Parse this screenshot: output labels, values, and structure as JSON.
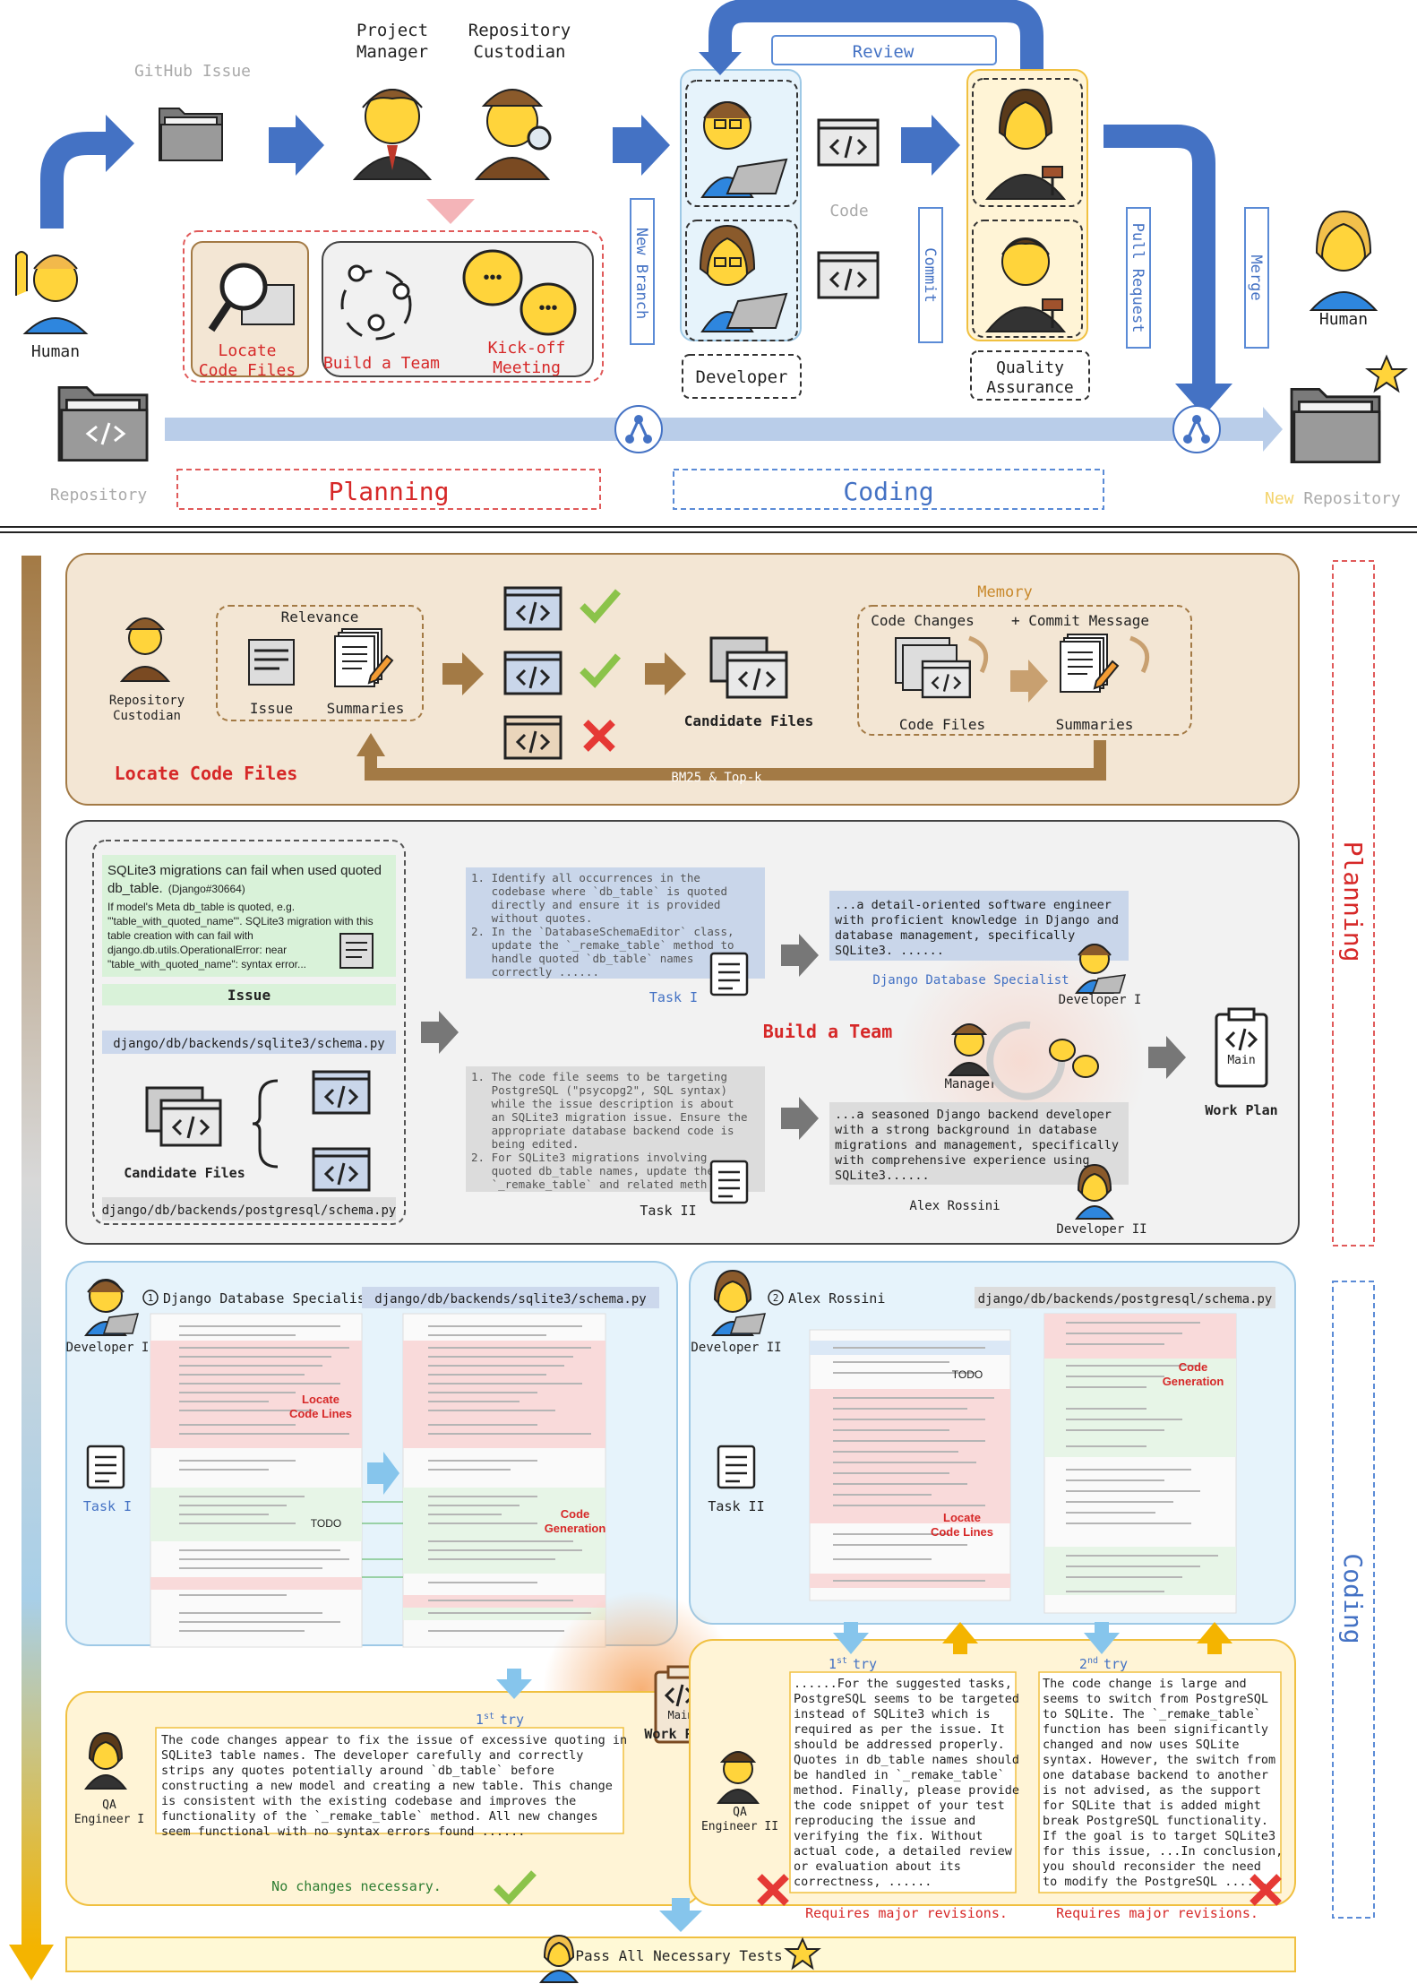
{
  "top": {
    "github_issue": "GitHub Issue",
    "human_left": "Human",
    "project_manager": [
      "Project",
      "Manager"
    ],
    "repository_custodian": [
      "Repository",
      "Custodian"
    ],
    "review": "Review",
    "code": "Code",
    "new_branch": "New Branch",
    "commit": "Commit",
    "pull_request": "Pull Request",
    "merge": "Merge",
    "human_right": "Human",
    "developer": "Developer",
    "quality_assurance": [
      "Quality",
      "Assurance"
    ],
    "locate_code_files": [
      "Locate",
      "Code Files"
    ],
    "build_a_team": "Build a Team",
    "kickoff_meeting": [
      "Kick-off",
      "Meeting"
    ],
    "repository": "Repository",
    "new_repository_new": "New",
    "new_repository_rest": "Repository",
    "planning": "Planning",
    "coding": "Coding"
  },
  "locate": {
    "custodian": [
      "Repository",
      "Custodian"
    ],
    "relevance": "Relevance",
    "issue": "Issue",
    "summaries": "Summaries",
    "candidate_files": "Candidate Files",
    "memory": "Memory",
    "code_changes": "Code Changes",
    "commit_message": "+ Commit Message",
    "code_files": "Code Files",
    "summaries2": "Summaries",
    "bm25": "BM25 & Top-k",
    "title": "Locate Code Files"
  },
  "team": {
    "issue_title": [
      "SQLite3 migrations can fail when used quoted",
      "db_table."
    ],
    "issue_ref": "(Django#30664)",
    "issue_body": [
      "If model's Meta db_table is quoted, e.g.",
      "'\"table_with_quoted_name\"'. SQLite3 migration with this",
      "table creation with can fail with",
      "django.db.utils.OperationalError: near",
      "\"table_with_quoted_name\": syntax error..."
    ],
    "issue_label": "Issue",
    "file1": "django/db/backends/sqlite3/schema.py",
    "candidate_files": "Candidate Files",
    "file2": "django/db/backends/postgresql/schema.py",
    "task1_lines": [
      "1. Identify all occurrences in the",
      "   codebase where `db_table` is quoted",
      "   directly and ensure it is provided",
      "   without quotes.",
      "2. In the `DatabaseSchemaEditor` class,",
      "   update the `_remake_table` method to",
      "   handle quoted `db_table` names",
      "   correctly ......"
    ],
    "task1_label": "Task I",
    "task2_lines": [
      "1. The code file seems to be targeting",
      "   PostgreSQL (\"psycopg2\", SQL syntax)",
      "   while the issue description is about",
      "   an SQLite3 migration issue. Ensure the",
      "   appropriate database backend code is",
      "   being edited.",
      "2. For SQLite3 migrations involving",
      "   quoted db_table names, update the",
      "   `_remake_table` and related meth"
    ],
    "task2_label": "Task II",
    "profile1": [
      "...a detail-oriented software engineer",
      "with proficient knowledge in Django and",
      "database management, specifically",
      "SQLite3. ......"
    ],
    "profile1_name": "Django Database Specialist",
    "developer1": "Developer I",
    "build_title": "Build a Team",
    "manager": "Manager",
    "main": "Main",
    "work_plan": "Work Plan",
    "profile2": [
      "...a seasoned Django backend developer",
      "with a strong background in database",
      "migrations and management, specifically",
      "with comprehensive experience using",
      "SQLite3......"
    ],
    "profile2_name": "Alex Rossini",
    "developer2": "Developer II"
  },
  "coding": {
    "dev1_label": "Developer I",
    "dev1_title": "Django Database Specialist",
    "dev1_num": "1",
    "dev1_file": "django/db/backends/sqlite3/schema.py",
    "task1": "Task I",
    "locate_lines": [
      "Locate",
      "Code Lines"
    ],
    "todo": "TODO",
    "code_generation": [
      "Code",
      "Generation"
    ],
    "dev2_label": "Developer II",
    "dev2_title": "Alex Rossini",
    "dev2_num": "2",
    "dev2_file": "django/db/backends/postgresql/schema.py",
    "task2": "Task II",
    "try1": "1",
    "try_sup1": "st",
    "try_word": "try",
    "try2": "2",
    "try_sup2": "nd",
    "qa1": [
      "QA",
      "Engineer I"
    ],
    "qa1_text": [
      "The code changes appear to fix the issue of excessive quoting in",
      "SQLite3 table names. The developer carefully and correctly",
      "strips any quotes potentially around `db_table` before",
      "constructing a new model and creating a new table. This change",
      "is consistent with the existing codebase and improves the",
      "functionality of the `_remake_table` method. All new changes",
      "seem functional with no syntax errors found ......"
    ],
    "qa1_result": "No changes necessary.",
    "work_plan": "Work Plan",
    "main": "Main",
    "qa2": [
      "QA",
      "Engineer II"
    ],
    "qa2_text1": [
      "......For the suggested tasks,",
      "PostgreSQL seems to be targeted",
      "instead of SQLite3 which is",
      "required as per the issue. It",
      "should be addressed properly.",
      "Quotes in db_table names should",
      "be handled in `_remake_table`",
      "method. Finally, please provide",
      "the code snippet of your test",
      "reproducing the issue and",
      "verifying the fix. Without",
      "actual code, a detailed review",
      "or evaluation about its",
      "correctness, ......"
    ],
    "qa2_result1": "Requires major revisions.",
    "qa2_text2": [
      "The code change is large and",
      "seems to switch from PostgreSQL",
      "to SQLite. The `_remake_table`",
      "function has been significantly",
      "changed and now uses SQLite",
      "syntax. However, the switch from",
      "one database backend to another",
      "is not advised, as the support",
      "for SQLite that is added might",
      "break PostgreSQL functionality.",
      "If the goal is to target SQLite3",
      "for this issue, ...In conclusion,",
      "you should reconsider the need",
      "to modify the PostgreSQL ......"
    ],
    "qa2_result2": "Requires major revisions."
  },
  "bottom": {
    "pass": "Pass All Necessary Tests"
  },
  "side": {
    "planning": "Planning",
    "coding": "Coding"
  },
  "colors": {
    "blue": "#4472c4",
    "brown": "#a37a45",
    "red": "#d62828",
    "green": "#d9f2d9",
    "yellow": "#fff4d6",
    "lightblue": "#e6f3fb"
  }
}
